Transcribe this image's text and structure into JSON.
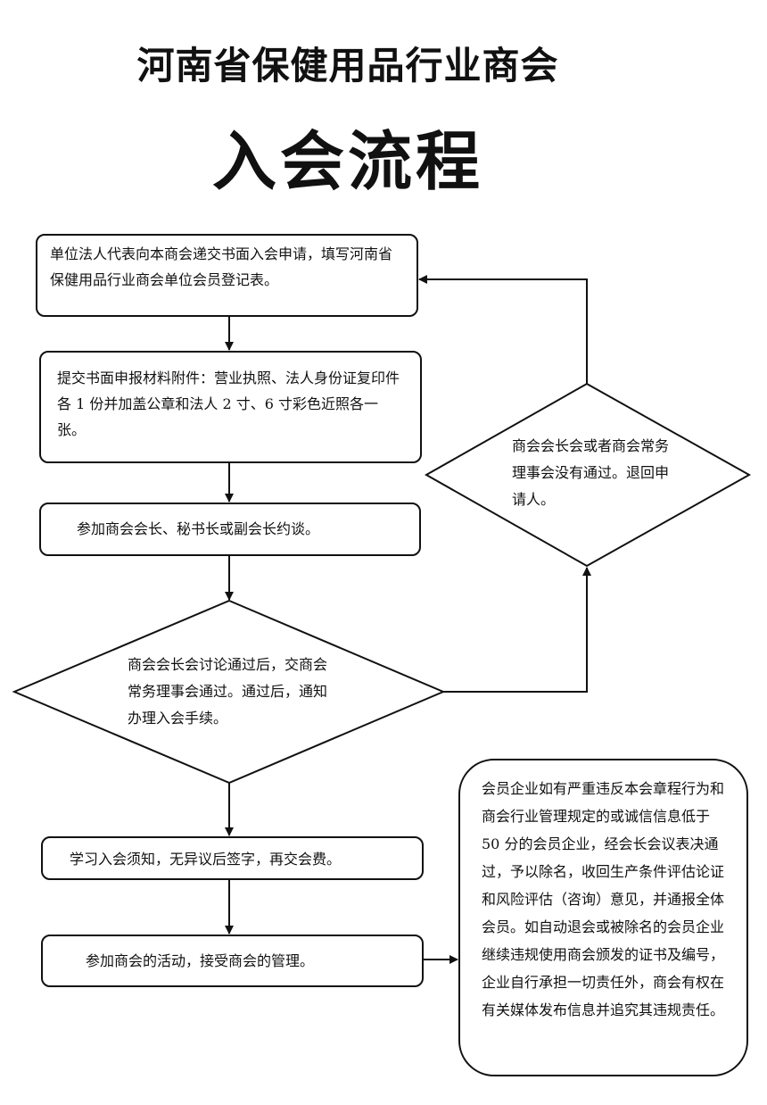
{
  "header": {
    "title": "河南省保健用品行业商会",
    "subtitle": "入会流程"
  },
  "steps": [
    {
      "text": "单位法人代表向本商会递交书面入会申请，填写河南省保健用品行业商会单位会员登记表。"
    },
    {
      "text": "提交书面申报材料附件：营业执照、法人身份证复印件各 1 份并加盖公章和法人 2 寸、6 寸彩色近照各一张。"
    },
    {
      "text": "参加商会会长、秘书长或副会长约谈。"
    },
    {
      "text": "商会会长会讨论通过后，交商会常务理事会通过。通过后，通知办理入会手续。"
    },
    {
      "text": "学习入会须知，无异议后签字，再交会费。"
    },
    {
      "text": "参加商会的活动，接受商会的管理。"
    }
  ],
  "rejection": {
    "text": "商会会长会或者商会常务理事会没有通过。退回申请人。"
  },
  "expulsion_note": {
    "text": "会员企业如有严重违反本会章程行为和商会行业管理规定的或诚信信息低于 50 分的会员企业，经会长会议表决通过，予以除名，收回生产条件评估论证和风险评估（咨询）意见，并通报全体会员。如自动退会或被除名的会员企业继续违规使用商会颁发的证书及编号，企业自行承担一切责任外，商会有权在有关媒体发布信息并追究其违规责任。"
  }
}
